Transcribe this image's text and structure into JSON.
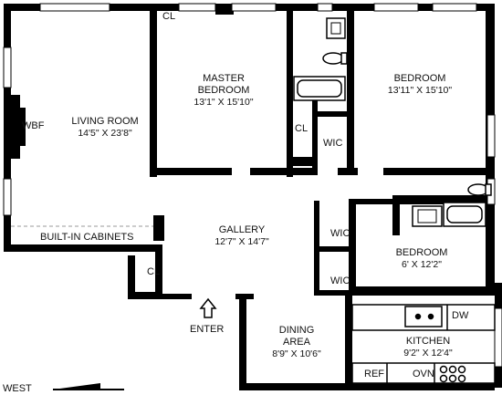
{
  "rooms": {
    "living": {
      "name": "LIVING ROOM",
      "dims": "14'5\" X 23'8\""
    },
    "master": {
      "name": "MASTER\nBEDROOM",
      "dims": "13'1\" X 15'10\""
    },
    "bedroom1": {
      "name": "BEDROOM",
      "dims": "13'11\" X 15'10\""
    },
    "gallery": {
      "name": "GALLERY",
      "dims": "12'7\" X 14'7\""
    },
    "bedroom2": {
      "name": "BEDROOM",
      "dims": "6' X 12'2\""
    },
    "dining": {
      "name": "DINING\nAREA",
      "dims": "8'9\" X 10'6\""
    },
    "kitchen": {
      "name": "KITCHEN",
      "dims": "9'2\" X 12'4\""
    }
  },
  "labels": {
    "wbf": "WBF",
    "cl_top": "CL",
    "cl_mid": "CL",
    "cl_gallery": "CL",
    "wic_top": "WIC",
    "wic_mid": "WIC",
    "wic_low": "WIC",
    "builtin": "BUILT-IN CABINETS",
    "enter": "ENTER",
    "dw": "DW",
    "ref": "REF",
    "ovn": "OVN",
    "west": "WEST"
  },
  "icons": [
    "bathtub-icon",
    "toilet-icon",
    "sink-icon",
    "stove-icon",
    "entry-arrow-icon",
    "compass-arrow-icon"
  ]
}
